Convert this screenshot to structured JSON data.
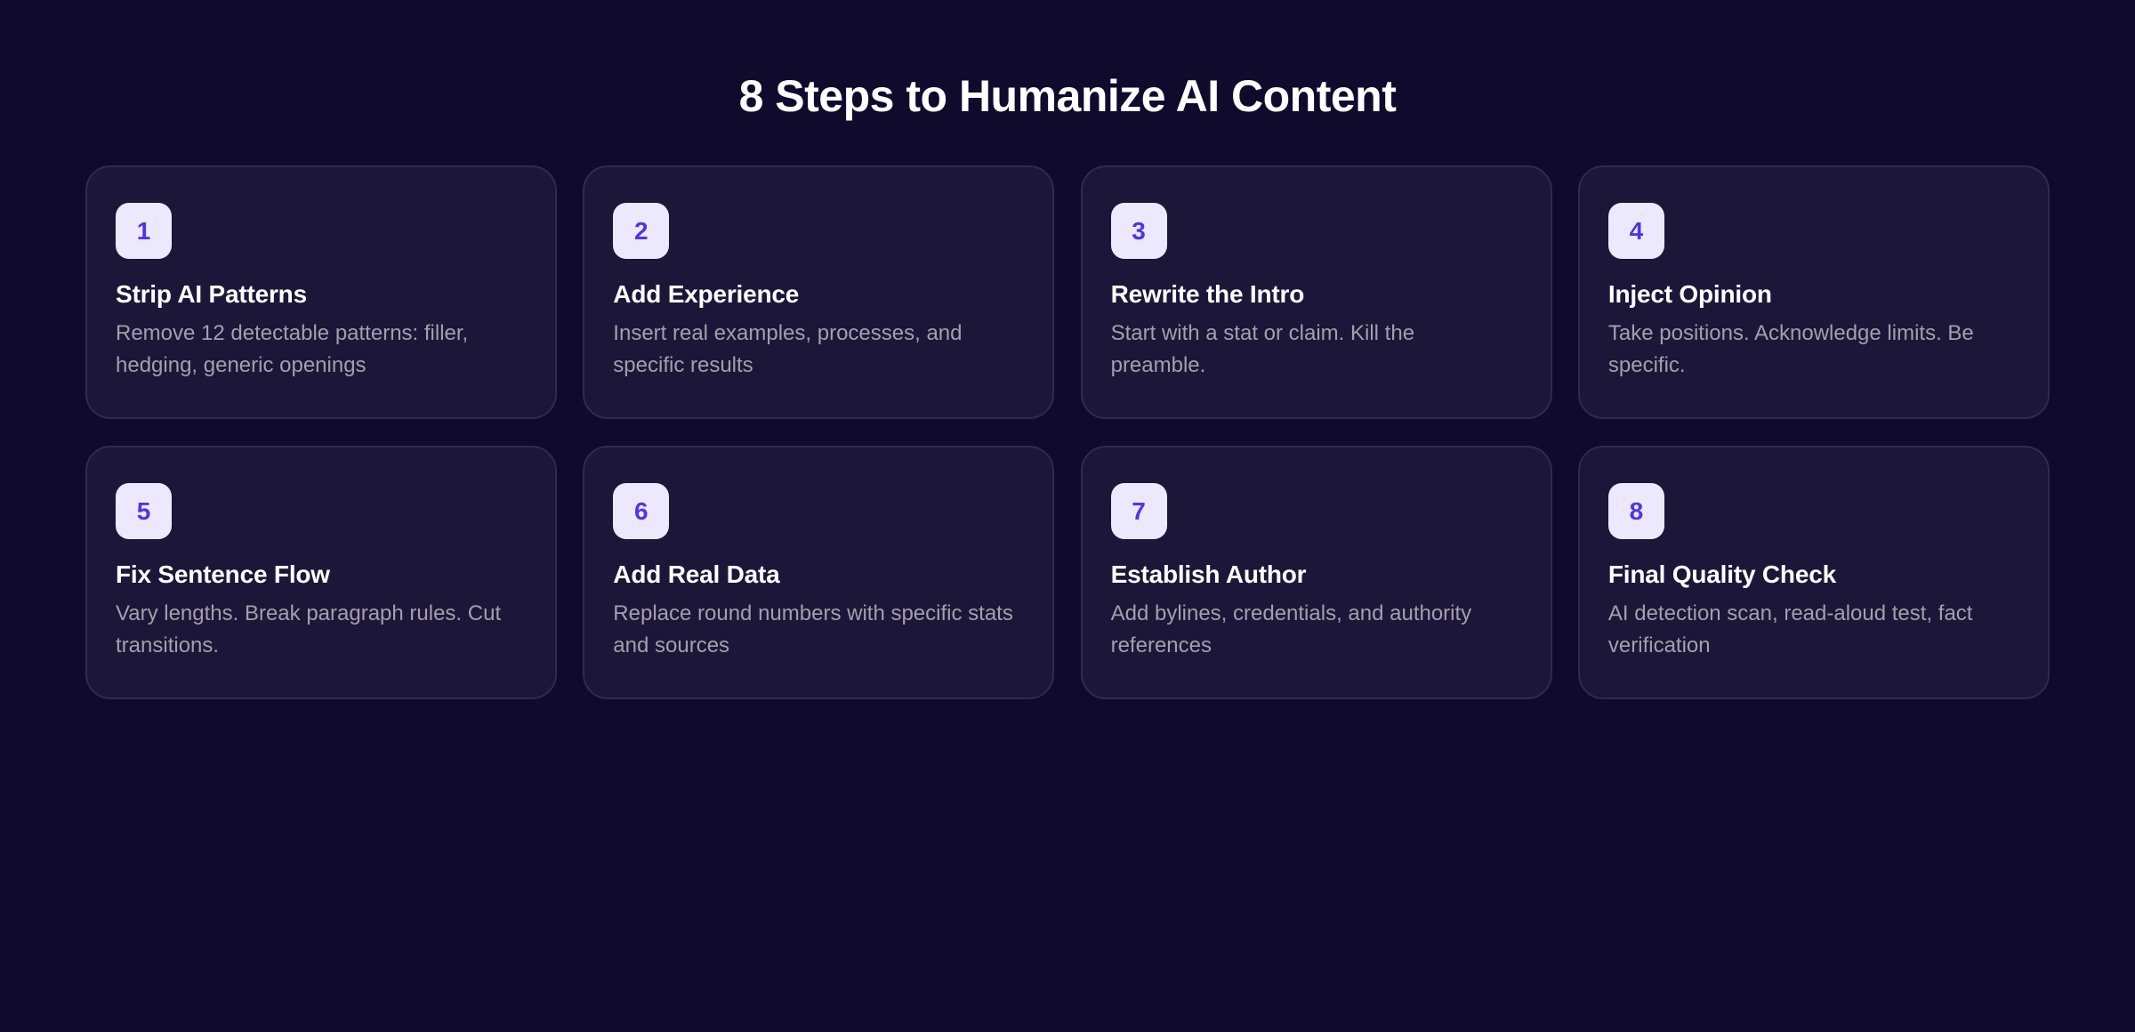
{
  "page": {
    "title": "8 Steps to Humanize AI Content"
  },
  "colors": {
    "background": "#100b2d",
    "card_background": "#1c1739",
    "card_border": "#302b4c",
    "badge_background": "#ece9fe",
    "badge_text": "#4f35e6",
    "title_text": "#ffffff",
    "description_text": "#a39fac"
  },
  "steps": [
    {
      "number": "1",
      "title": "Strip AI Patterns",
      "description": "Remove 12 detectable patterns: filler, hedging, generic openings"
    },
    {
      "number": "2",
      "title": "Add Experience",
      "description": "Insert real examples, processes, and specific results"
    },
    {
      "number": "3",
      "title": "Rewrite the Intro",
      "description": "Start with a stat or claim. Kill the preamble."
    },
    {
      "number": "4",
      "title": "Inject Opinion",
      "description": "Take positions. Acknowledge limits. Be specific."
    },
    {
      "number": "5",
      "title": "Fix Sentence Flow",
      "description": "Vary lengths. Break paragraph rules. Cut transitions."
    },
    {
      "number": "6",
      "title": "Add Real Data",
      "description": "Replace round numbers with specific stats and sources"
    },
    {
      "number": "7",
      "title": "Establish Author",
      "description": "Add bylines, credentials, and authority references"
    },
    {
      "number": "8",
      "title": "Final Quality Check",
      "description": "AI detection scan, read-aloud test, fact verification"
    }
  ]
}
